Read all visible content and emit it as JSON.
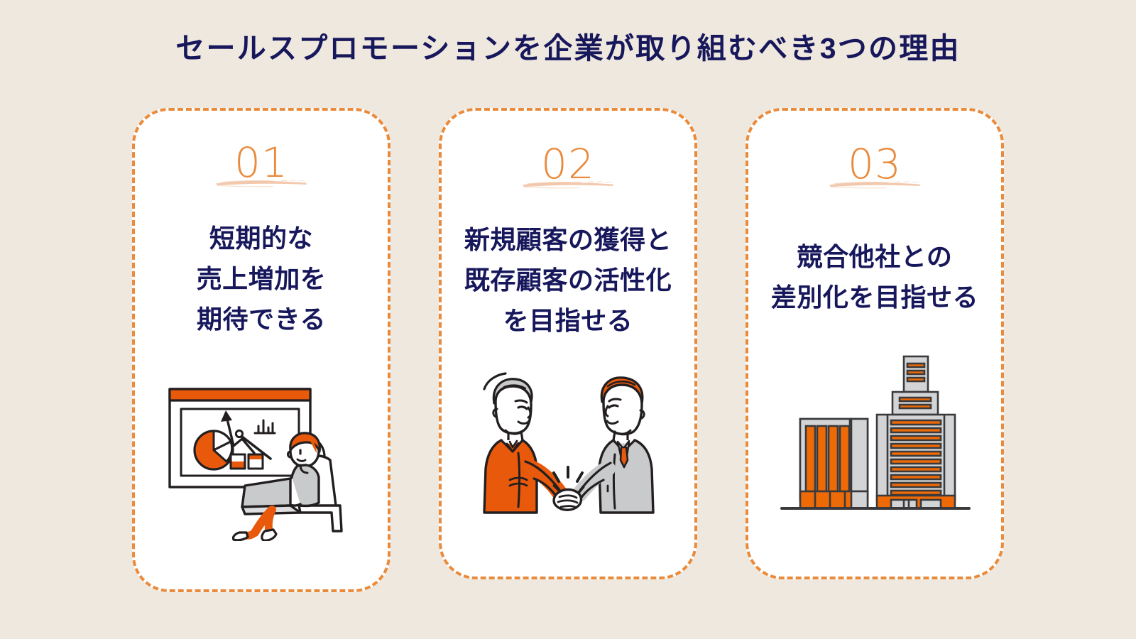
{
  "slide": {
    "title": "セールスプロモーションを企業が取り組むべき3つの理由",
    "background_color": "#EFE8DE",
    "title_color": "#17175C",
    "accent_color": "#EA8B3C",
    "brush_color": "#F2C4A3",
    "card_background": "#FFFFFF",
    "illustration_orange": "#E8590C",
    "illustration_gray": "#C9CACC",
    "illustration_outline": "#231F20"
  },
  "cards": [
    {
      "number": "01",
      "text": "短期的な\n売上増加を\n期待できる",
      "illustration_name": "person-presenting-charts-illustration",
      "illustration_alt": "グラフのボードの前でノートパソコンを使い椅子に座る人物"
    },
    {
      "number": "02",
      "text": "新規顧客の獲得と\n既存顧客の活性化\nを目指せる",
      "illustration_name": "business-handshake-illustration",
      "illustration_alt": "握手を交わす2人のビジネスパーソン"
    },
    {
      "number": "03",
      "text": "競合他社との\n差別化を目指せる",
      "illustration_name": "office-buildings-illustration",
      "illustration_alt": "オレンジ色の窓が並ぶ2棟のオフィスビル"
    }
  ]
}
